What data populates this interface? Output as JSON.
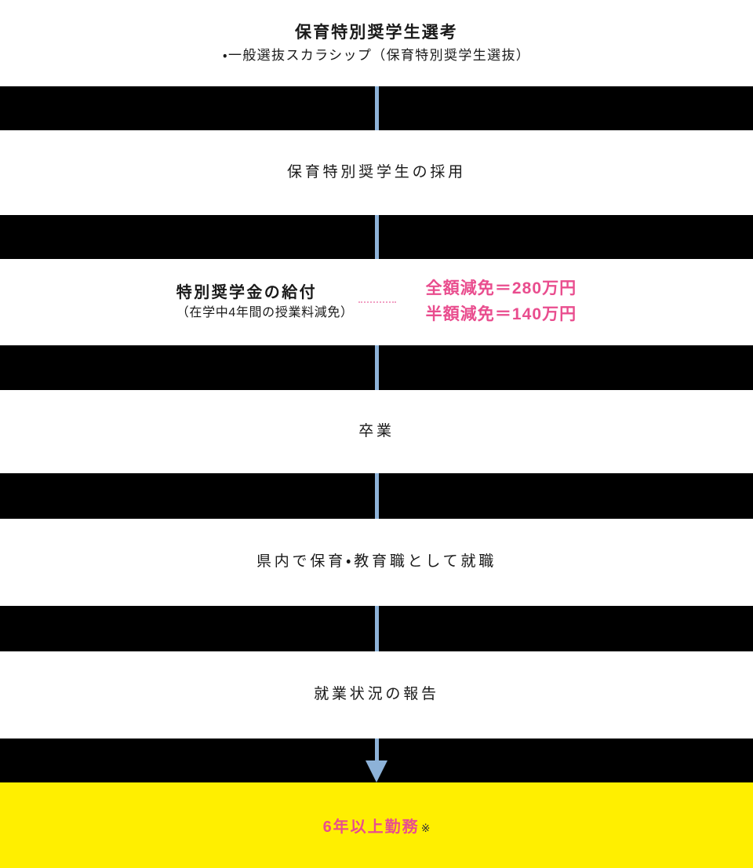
{
  "colors": {
    "accent_pink": "#e94d8e",
    "dotted_pink": "#f2a0c4",
    "arrow_blue": "#8db2d8",
    "highlight_yellow": "#ffef00",
    "bar_black": "#000000"
  },
  "flow": {
    "selection": {
      "title": "保育特別奨学生選考",
      "subtitle": "・一般選抜スカラシップ（保育特別奨学生選抜）"
    },
    "adoption": {
      "label": "保育特別奨学生の採用"
    },
    "grant": {
      "label": "特別奨学金の給付",
      "sublabel": "（在学中4年間の授業料減免）",
      "full_exemption": "全額減免＝280万円",
      "half_exemption": "半額減免＝140万円"
    },
    "graduation": {
      "label": "卒業"
    },
    "employment": {
      "label": "県内で保育・教育職として就職"
    },
    "report": {
      "label": "就業状況の報告"
    },
    "service": {
      "label": "6年以上勤務",
      "note_mark": "※"
    }
  }
}
